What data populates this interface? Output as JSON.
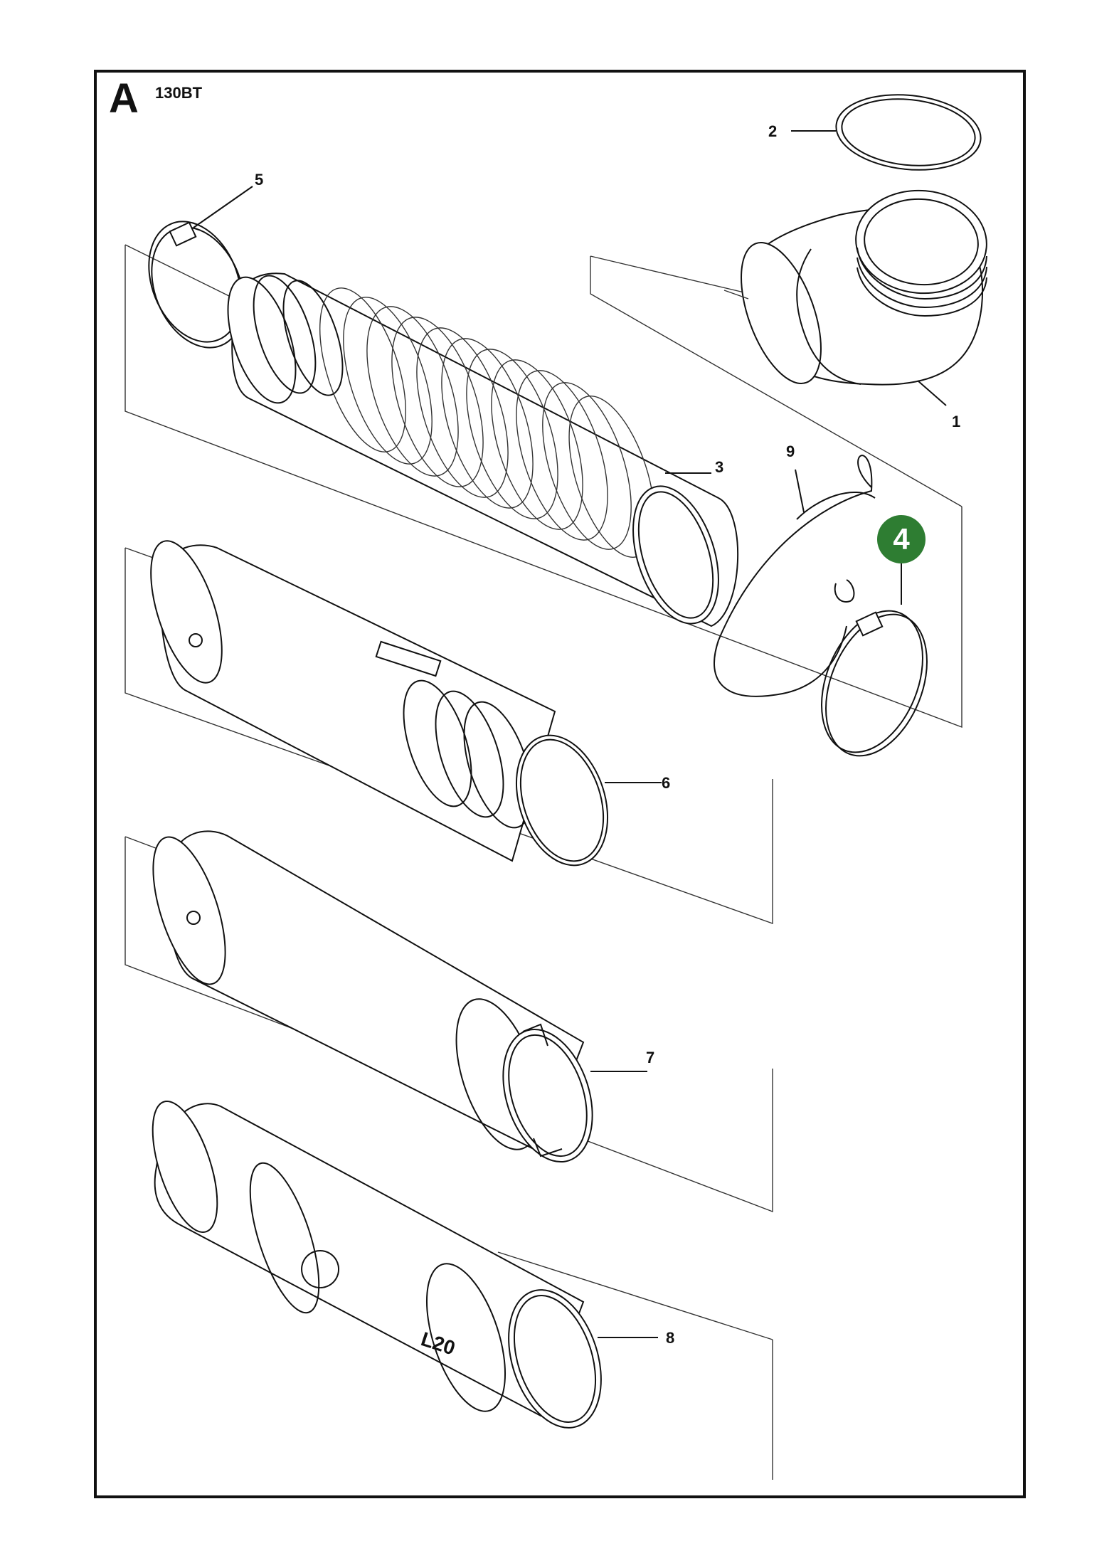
{
  "header": {
    "section": "A",
    "model": "130BT"
  },
  "callouts": [
    "1",
    "2",
    "3",
    "4",
    "5",
    "6",
    "7",
    "8",
    "9"
  ],
  "highlight": {
    "label": "4",
    "color": "#2e7d32"
  },
  "tube_marking": "L20"
}
